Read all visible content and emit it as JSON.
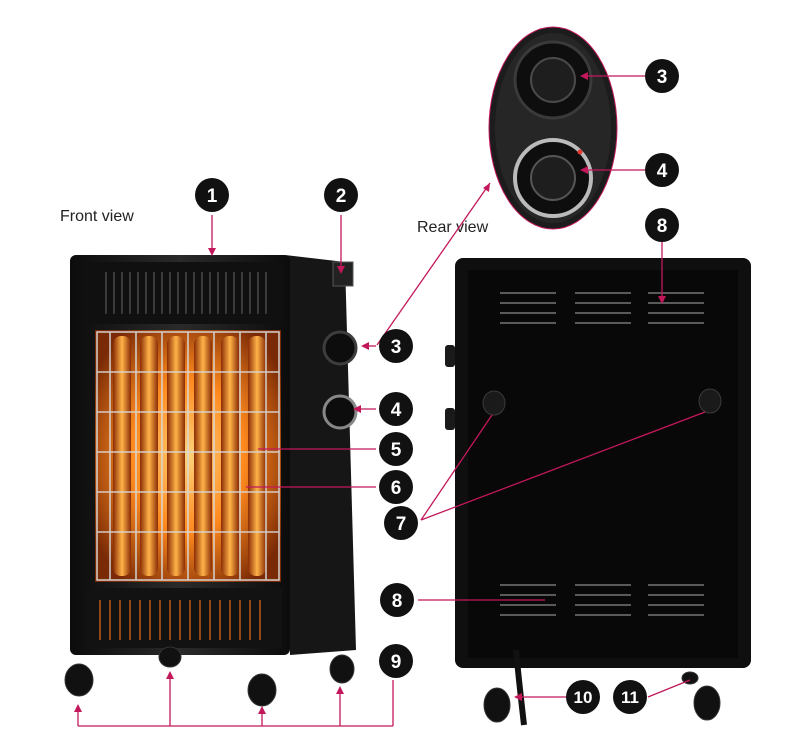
{
  "labels": {
    "front_view": "Front view",
    "rear_view": "Rear view"
  },
  "callouts": [
    "1",
    "2",
    "3",
    "4",
    "5",
    "6",
    "7",
    "8",
    "9",
    "10",
    "11"
  ],
  "colors": {
    "leader": "#c2185b",
    "badge": "#111111",
    "heater_body": "#1a1a1a",
    "heating_glow": "#ff8a1e"
  },
  "icons": [
    "heater-front-image",
    "heater-rear-image",
    "control-panel-zoom-image"
  ]
}
